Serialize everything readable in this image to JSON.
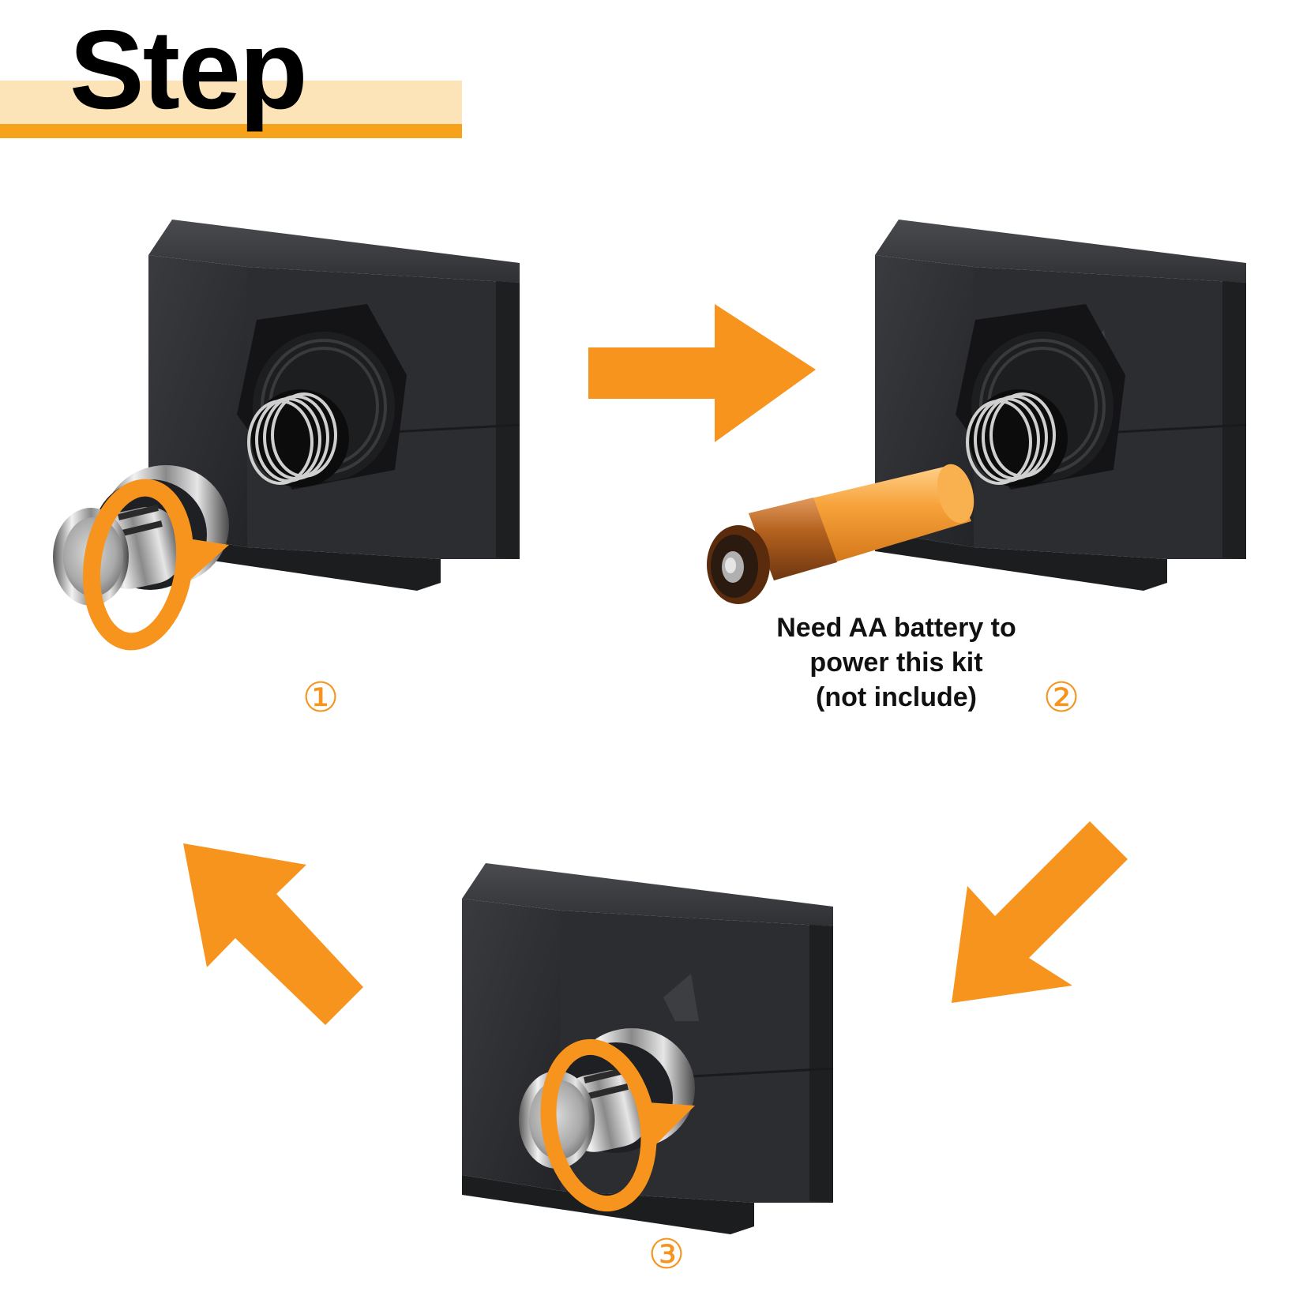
{
  "title": "Step",
  "colors": {
    "accent_orange": "#F7941D",
    "title_band": "#FDE3B8",
    "title_band_line": "#F7A21B",
    "module_body": "#2b2c2f"
  },
  "steps": [
    {
      "number": "①"
    },
    {
      "number": "②"
    },
    {
      "number": "③"
    }
  ],
  "battery_note": {
    "lines": [
      "Need AA battery to",
      "power this kit",
      "(not include)"
    ]
  }
}
